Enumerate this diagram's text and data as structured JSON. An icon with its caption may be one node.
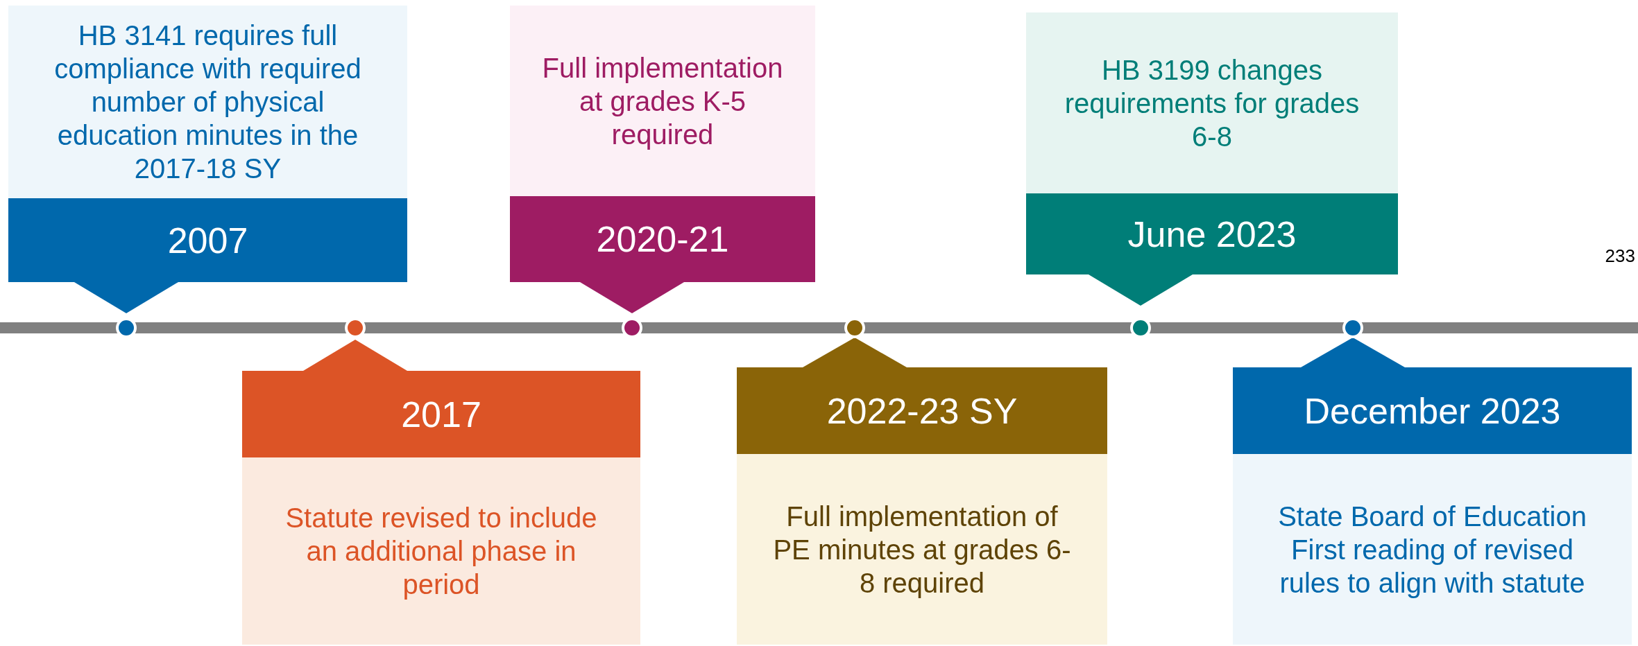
{
  "diagram": {
    "nodes": [
      {
        "text": [
          "HB 3141 requires full compliance with required number of physical education minutes in the 2017-18 SY",
          "2007"
        ]
      },
      {
        "text": [
          "2017",
          "Statute revised to include an additional phase in period"
        ]
      },
      {
        "text": [
          "Full implementation at grades K-5 required",
          "2020-21"
        ]
      },
      {
        "text": [
          "2022-23 SY",
          "Full implementation of PE minutes at grades 6-8 required"
        ]
      },
      {
        "text": [
          "HB 3199 changes requirements for grades 6-8",
          "June 2023"
        ]
      },
      {
        "text": [
          "December 2023",
          "State Board of Education First reading of revised rules to align with statute"
        ]
      },
      {
        "text": [],
        "shape": "bar"
      },
      {
        "text": [],
        "shape": "triangle"
      },
      {
        "text": [],
        "shape": "circle"
      },
      {
        "text": [],
        "shape": "triangle"
      },
      {
        "text": [],
        "shape": "circle"
      },
      {
        "text": [],
        "shape": "triangle"
      },
      {
        "text": [],
        "shape": "circle"
      },
      {
        "text": [],
        "shape": "triangle"
      },
      {
        "text": [],
        "shape": "circle"
      },
      {
        "text": [],
        "shape": "triangle"
      },
      {
        "text": [],
        "shape": "circle"
      },
      {
        "text": [],
        "shape": "triangle"
      },
      {
        "text": [],
        "shape": "circle"
      }
    ],
    "labels": [
      "233"
    ]
  }
}
